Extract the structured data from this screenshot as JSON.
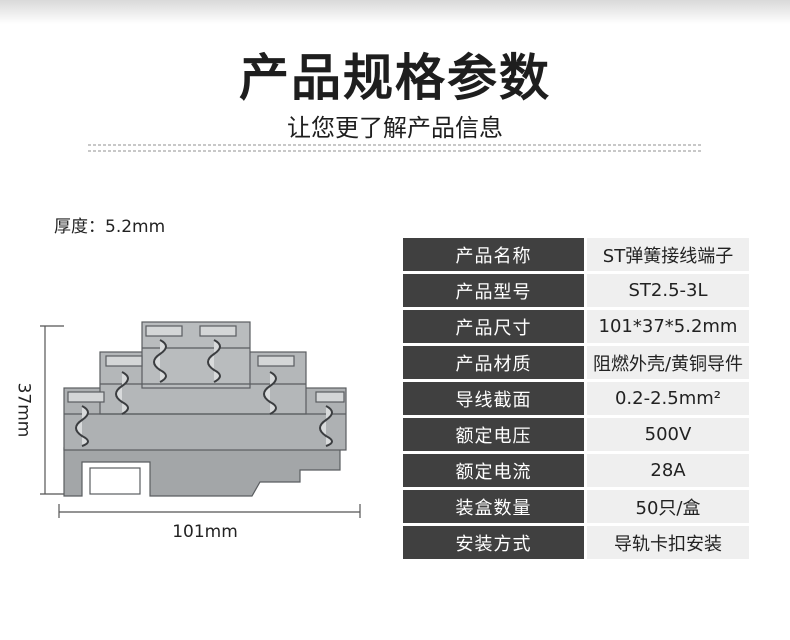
{
  "header": {
    "title": "产品规格参数",
    "subtitle": "让您更了解产品信息"
  },
  "product": {
    "thickness_label": "厚度：5.2mm",
    "width_label": "101mm",
    "height_label": "37mm"
  },
  "specs": [
    {
      "key": "产品名称",
      "value": "ST弹簧接线端子"
    },
    {
      "key": "产品型号",
      "value": "ST2.5-3L"
    },
    {
      "key": "产品尺寸",
      "value": "101*37*5.2mm"
    },
    {
      "key": "产品材质",
      "value": "阻燃外壳/黄铜导件"
    },
    {
      "key": "导线截面",
      "value": "0.2-2.5mm²"
    },
    {
      "key": "额定电压",
      "value": "500V"
    },
    {
      "key": "额定电流",
      "value": "28A"
    },
    {
      "key": "装盒数量",
      "value": "50只/盒"
    },
    {
      "key": "安装方式",
      "value": "导轨卡扣安装"
    }
  ],
  "colors": {
    "key_bg": "#404040",
    "value_bg": "#efefef",
    "product_body": "#a9acae"
  }
}
